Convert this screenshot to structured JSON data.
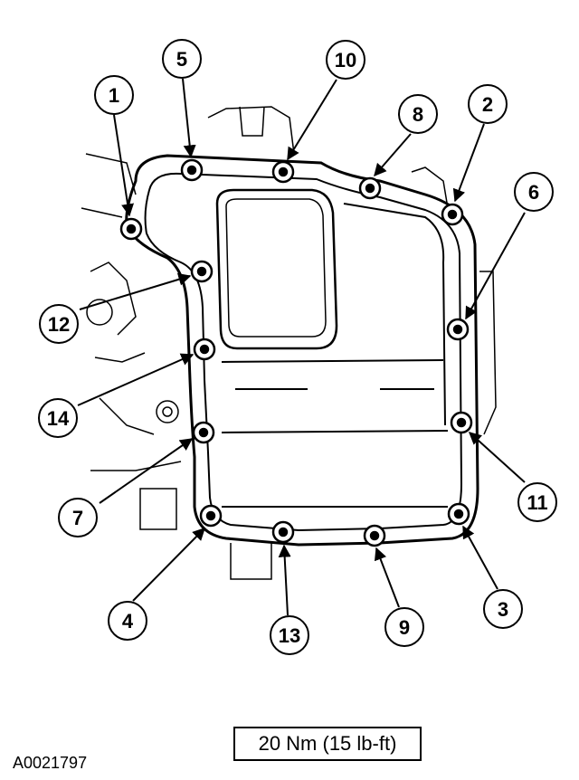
{
  "figure": {
    "id_label": "A0021797",
    "torque_spec": "20 Nm (15 lb-ft)"
  },
  "callouts": [
    "1",
    "2",
    "3",
    "4",
    "5",
    "6",
    "7",
    "8",
    "9",
    "10",
    "11",
    "12",
    "13",
    "14"
  ],
  "colors": {
    "line": "#000000",
    "background": "#ffffff"
  }
}
